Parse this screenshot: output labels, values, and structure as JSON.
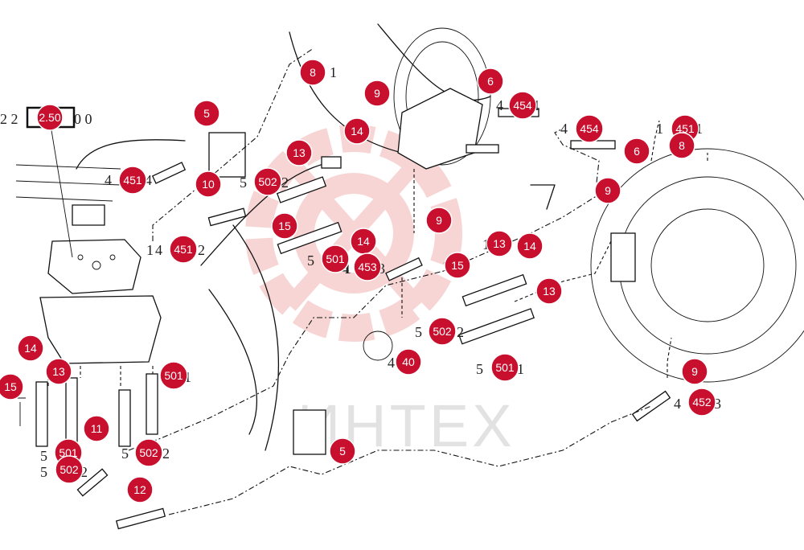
{
  "watermark": {
    "text": "ИНТЕХ",
    "color": "#e86b6b"
  },
  "accent_color": "#c8102e",
  "header_reference": {
    "prefix": "2 2",
    "code": "2.50",
    "suffix": "0 0"
  },
  "callouts": [
    {
      "label": "5"
    },
    {
      "label": "5"
    },
    {
      "label": "8"
    },
    {
      "label": "9"
    },
    {
      "label": "6"
    },
    {
      "label": "454"
    },
    {
      "label": "454"
    },
    {
      "label": "451"
    },
    {
      "label": "6"
    },
    {
      "label": "8"
    },
    {
      "label": "14"
    },
    {
      "label": "13"
    },
    {
      "label": "502"
    },
    {
      "label": "451"
    },
    {
      "label": "10"
    },
    {
      "label": "15"
    },
    {
      "label": "451"
    },
    {
      "label": "9"
    },
    {
      "label": "14"
    },
    {
      "label": "501"
    },
    {
      "label": "453"
    },
    {
      "label": "9"
    },
    {
      "label": "13"
    },
    {
      "label": "14"
    },
    {
      "label": "15"
    },
    {
      "label": "13"
    },
    {
      "label": "502"
    },
    {
      "label": "14"
    },
    {
      "label": "13"
    },
    {
      "label": "15"
    },
    {
      "label": "501"
    },
    {
      "label": "40"
    },
    {
      "label": "501"
    },
    {
      "label": "501"
    },
    {
      "label": "502"
    },
    {
      "label": "502"
    },
    {
      "label": "11"
    },
    {
      "label": "12"
    },
    {
      "label": "9"
    },
    {
      "label": "452"
    }
  ],
  "plain_labels": [
    "1",
    "4",
    "4",
    "4",
    "5",
    "4",
    "5",
    "4",
    "5",
    "1",
    "1",
    "4",
    "1",
    "5",
    "5",
    "5",
    "5",
    "4",
    "1",
    "2",
    "1",
    "2",
    "2",
    "1",
    "1",
    "1",
    "1",
    "3",
    "1",
    "4",
    "2",
    "2",
    "2",
    "1",
    "3"
  ]
}
